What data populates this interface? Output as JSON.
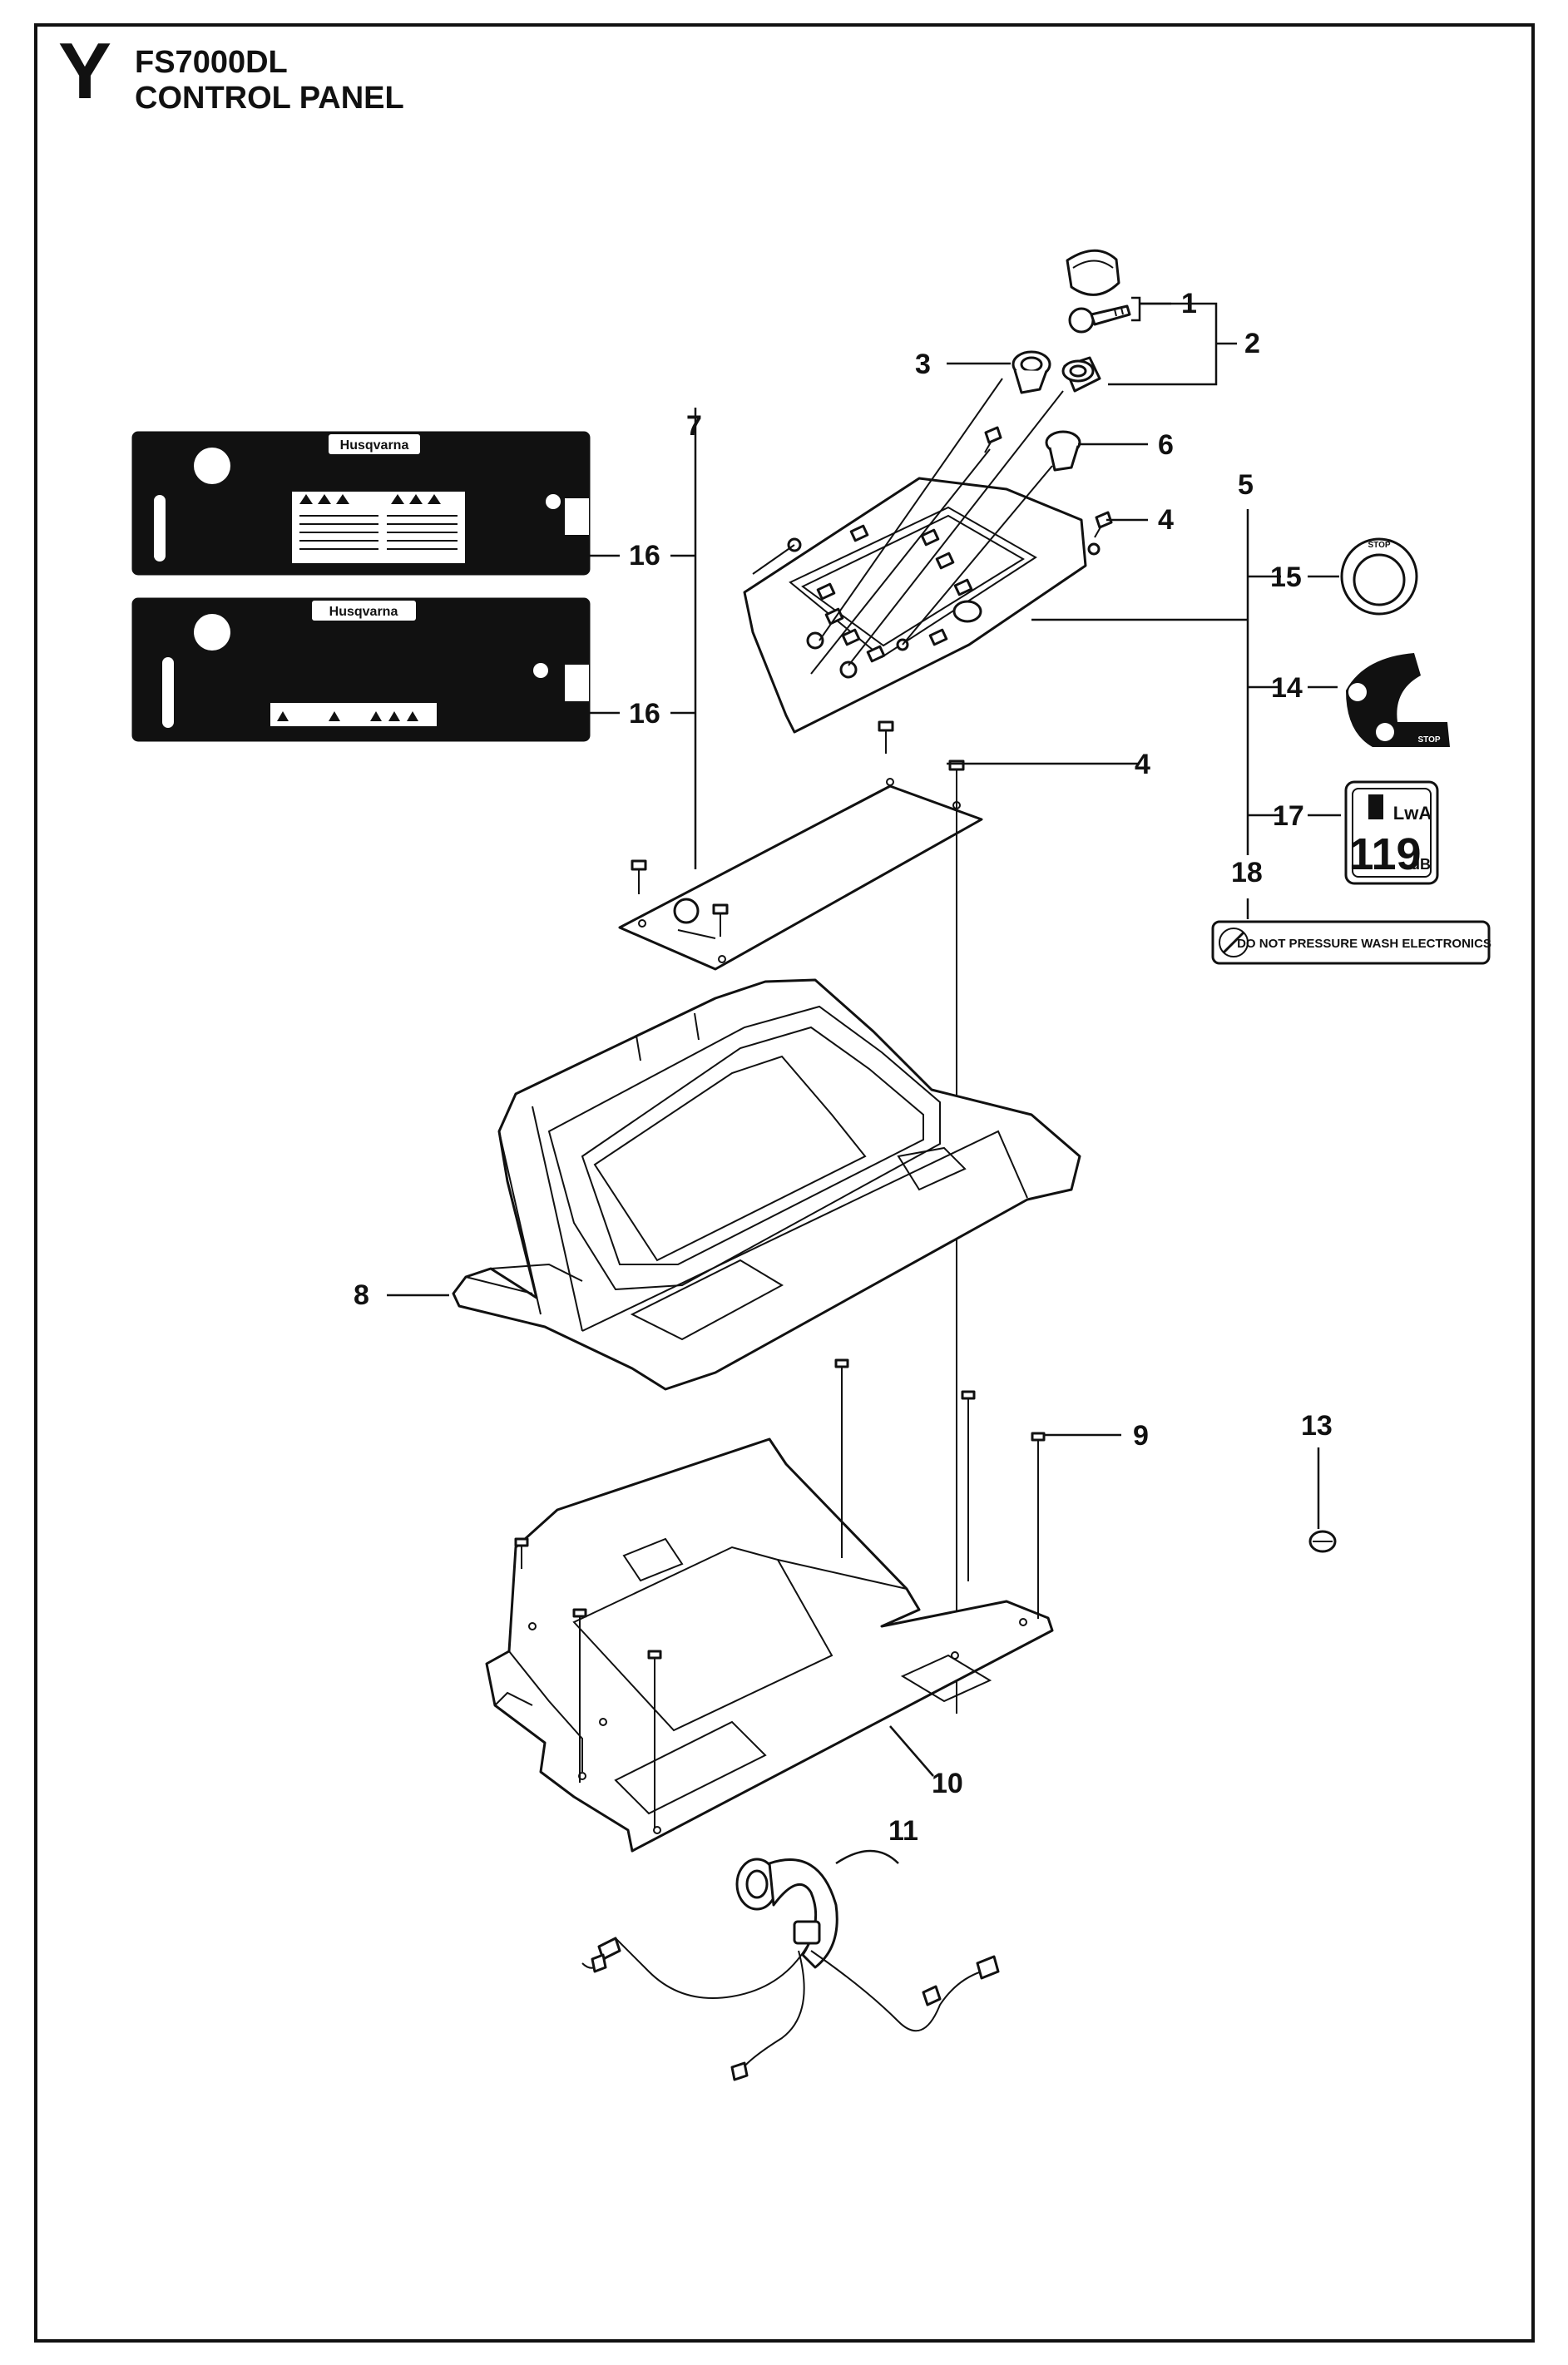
{
  "header": {
    "section_letter": "Y",
    "model": "FS7000DL",
    "title": "CONTROL PANEL"
  },
  "decals": {
    "brand": "Husqvarna",
    "stop": "STOP",
    "sound_level_unit": "LwA",
    "sound_level_value": "119",
    "sound_level_unit_suffix": "dB",
    "pressure_wash_warning": "DO NOT PRESSURE WASH ELECTRONICS"
  },
  "callouts": [
    {
      "id": "c1",
      "label": "1"
    },
    {
      "id": "c2",
      "label": "2"
    },
    {
      "id": "c3",
      "label": "3"
    },
    {
      "id": "c4a",
      "label": "4"
    },
    {
      "id": "c4b",
      "label": "4"
    },
    {
      "id": "c5",
      "label": "5"
    },
    {
      "id": "c6",
      "label": "6"
    },
    {
      "id": "c7",
      "label": "7"
    },
    {
      "id": "c8",
      "label": "8"
    },
    {
      "id": "c9",
      "label": "9"
    },
    {
      "id": "c10",
      "label": "10"
    },
    {
      "id": "c11",
      "label": "11"
    },
    {
      "id": "c13",
      "label": "13"
    },
    {
      "id": "c14",
      "label": "14"
    },
    {
      "id": "c15",
      "label": "15"
    },
    {
      "id": "c16a",
      "label": "16"
    },
    {
      "id": "c16b",
      "label": "16"
    },
    {
      "id": "c17",
      "label": "17"
    },
    {
      "id": "c18",
      "label": "18"
    }
  ]
}
